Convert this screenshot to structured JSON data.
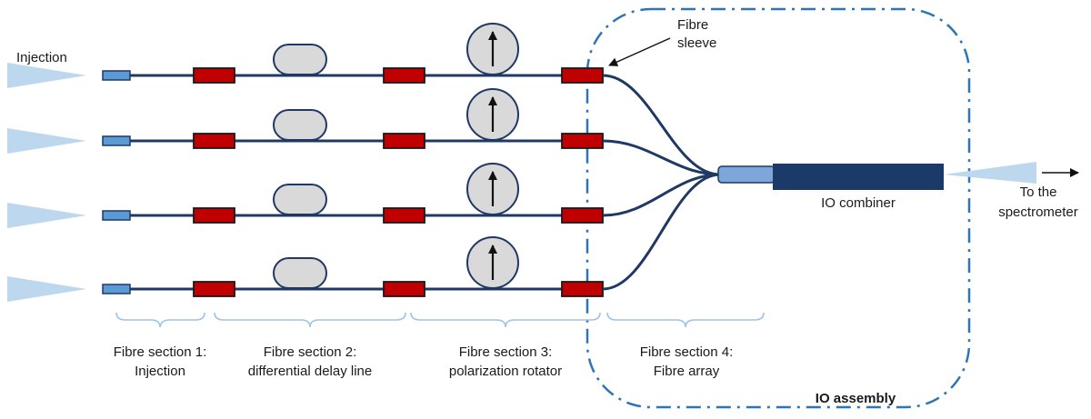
{
  "diagram": {
    "labels": {
      "injection": "Injection",
      "fibre_sleeve_line1": "Fibre",
      "fibre_sleeve_line2": "sleeve",
      "io_combiner": "IO combiner",
      "to_spectrometer_line1": "To the",
      "to_spectrometer_line2": "spectrometer",
      "io_assembly": "IO assembly"
    },
    "sections": [
      {
        "line1": "Fibre section 1:",
        "line2": "Injection"
      },
      {
        "line1": "Fibre section 2:",
        "line2": "differential delay line"
      },
      {
        "line1": "Fibre section 3:",
        "line2": "polarization rotator"
      },
      {
        "line1": "Fibre section 4:",
        "line2": "Fibre array"
      }
    ],
    "colors": {
      "fiber_line_navy": "#1F3864",
      "component_red": "#C00000",
      "beam_light_blue": "#BDD7EE",
      "connector_blue": "#5B9BD5",
      "component_grey": "#D9D9D9",
      "combiner_navy": "#1B3A68",
      "assembly_border_blue": "#2E75B6",
      "brace_light_blue": "#9DC3E6"
    }
  }
}
